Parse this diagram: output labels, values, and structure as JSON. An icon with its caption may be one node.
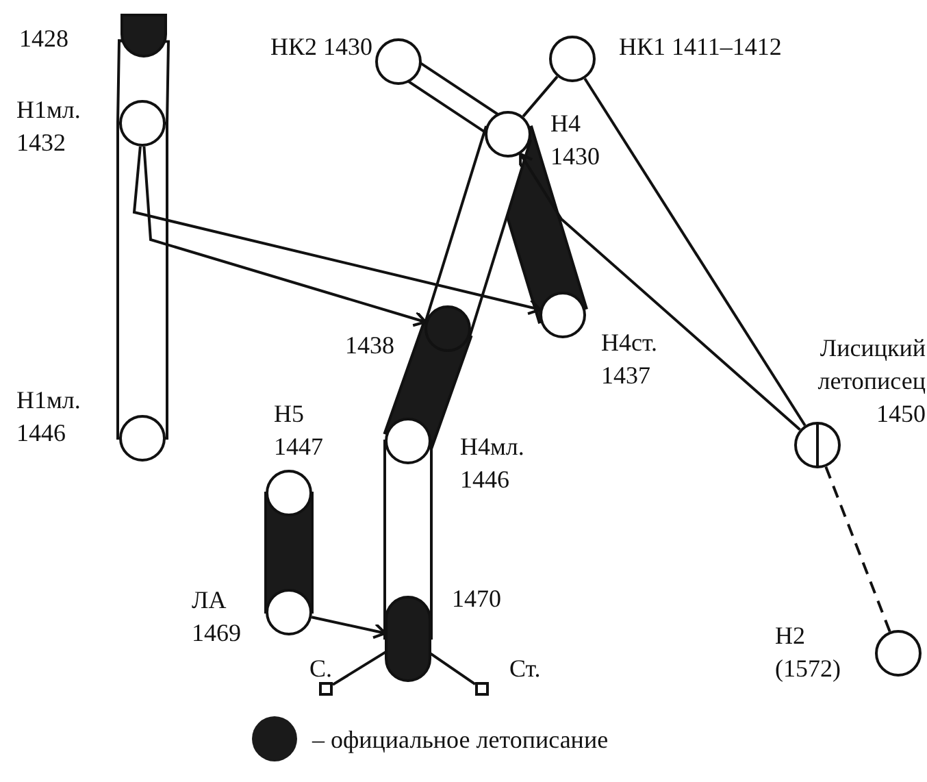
{
  "diagram": {
    "nodes": [
      {
        "text": [
          "1428"
        ]
      },
      {
        "text": [
          "Н1мл. 1432"
        ]
      },
      {
        "text": [
          "Н1мл. 1446"
        ]
      },
      {
        "text": [
          "НК2 1430"
        ]
      },
      {
        "text": [
          "НК1 1411–1412"
        ]
      },
      {
        "text": [
          "Н4 1430"
        ]
      },
      {
        "text": [
          "Н4ст. 1437"
        ]
      },
      {
        "text": [
          "1438"
        ]
      },
      {
        "text": [
          "Н4мл. 1446"
        ]
      },
      {
        "text": [
          "Н5 1447"
        ]
      },
      {
        "text": [
          "ЛА 1469"
        ]
      },
      {
        "text": [
          "1470"
        ]
      },
      {
        "text": [
          "Лисицкий летописец 1450"
        ]
      },
      {
        "text": [
          "Н2 (1572)"
        ]
      },
      {
        "text": [
          "С."
        ]
      },
      {
        "text": [
          "Ст."
        ]
      }
    ],
    "edges": [
      {
        "from": 0,
        "to": 1,
        "arrow": "none",
        "style": "thick"
      },
      {
        "from": 1,
        "to": 2,
        "arrow": "none",
        "style": "thick"
      },
      {
        "from": 3,
        "to": 5,
        "arrow": "none",
        "style": "thick"
      },
      {
        "from": 4,
        "to": 5,
        "arrow": "none"
      },
      {
        "from": 4,
        "to": 12,
        "arrow": "none"
      },
      {
        "from": 5,
        "to": 6,
        "arrow": "none",
        "style": "thick",
        "color": "#1a1a1a"
      },
      {
        "from": 5,
        "to": 7,
        "arrow": "none",
        "style": "thick"
      },
      {
        "from": 7,
        "to": 8,
        "arrow": "none",
        "style": "thick",
        "color": "#1a1a1a"
      },
      {
        "from": 8,
        "to": 11,
        "arrow": "none",
        "style": "thick"
      },
      {
        "from": 9,
        "to": 10,
        "arrow": "none",
        "style": "thick",
        "color": "#1a1a1a"
      },
      {
        "from": 1,
        "to": 6,
        "arrow": "to"
      },
      {
        "from": 1,
        "to": 7,
        "arrow": "to"
      },
      {
        "from": 12,
        "to": 5,
        "arrow": "to"
      },
      {
        "from": 10,
        "to": 11,
        "arrow": "to"
      },
      {
        "from": 12,
        "to": 13,
        "arrow": "none",
        "style": "dashed"
      },
      {
        "from": 11,
        "to": 14,
        "arrow": "none"
      },
      {
        "from": 11,
        "to": 15,
        "arrow": "none"
      }
    ],
    "legend": [
      {
        "text": "– официальное летописание",
        "color": "#1a1a1a"
      }
    ]
  }
}
